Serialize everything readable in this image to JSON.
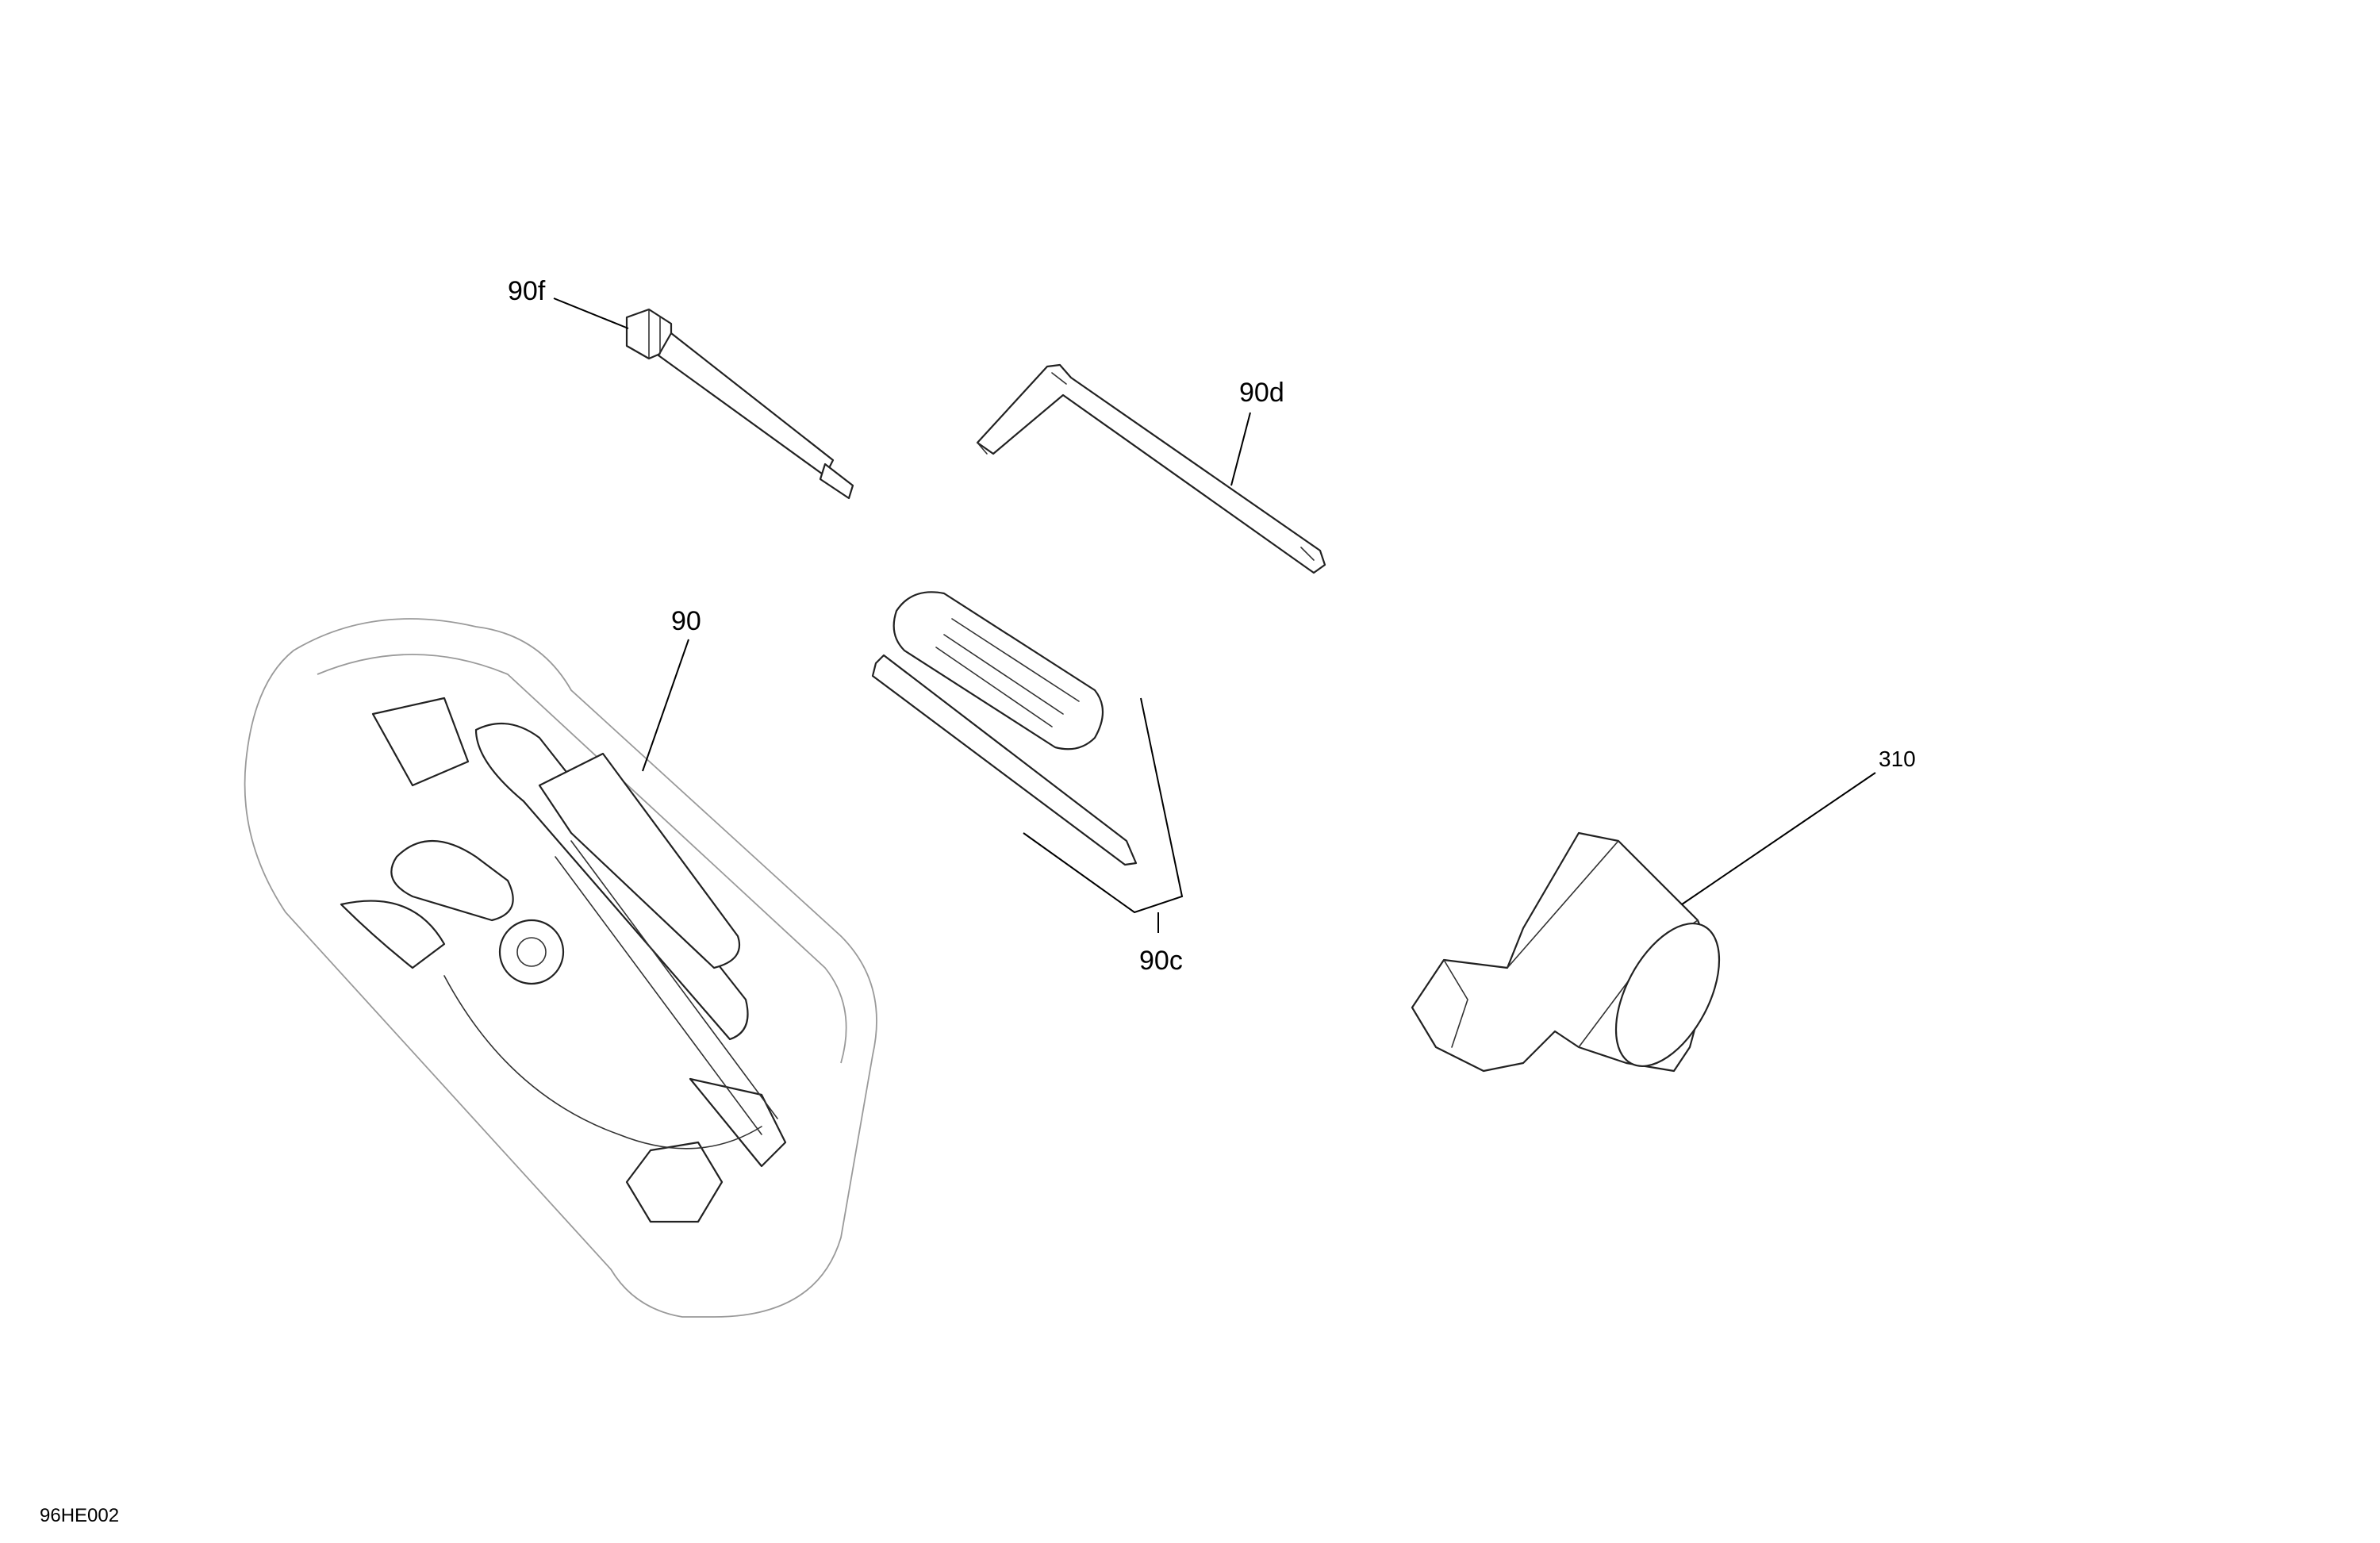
{
  "callouts": {
    "tool_bit": "90f",
    "hex_key": "90d",
    "tool_kit": "90",
    "screwdriver": "90c",
    "bracket": "310"
  },
  "drawing_reference": "96HE002",
  "colors": {
    "line": "#222222",
    "ghost_outline": "#9a9a9a",
    "background": "#ffffff"
  }
}
